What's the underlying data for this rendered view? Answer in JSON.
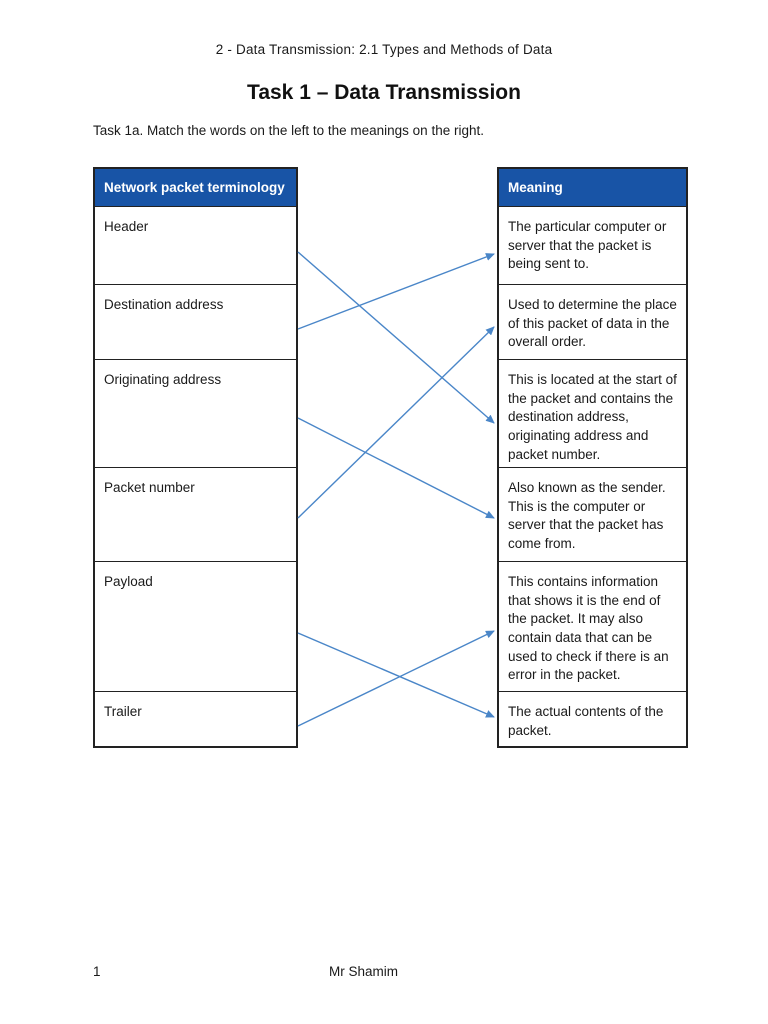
{
  "page": {
    "header_line": "2 - Data Transmission: 2.1 Types and Methods of Data",
    "title": "Task 1 – Data Transmission",
    "instruction": "Task 1a. Match the words on the left to the meanings on the right.",
    "footer": {
      "page_number": "1",
      "author": "Mr Shamim"
    }
  },
  "colors": {
    "table_header_bg": "#1854A6",
    "table_header_text": "#FFFFFF",
    "arrow": "#4A86C8",
    "table_border": "#222222"
  },
  "left_table": {
    "header": "Network packet terminology",
    "terms": [
      "Header",
      "Destination address",
      "Originating address",
      "Packet number",
      "Payload",
      "Trailer"
    ]
  },
  "right_table": {
    "header": "Meaning",
    "meanings": [
      "The particular computer or server that the packet is being sent to.",
      "Used to determine the place of this packet of data in the overall order.",
      "This is located at the start of the packet and contains the destination address, originating address and packet number.",
      "Also known as the sender. This is the computer or server that the packet has come from.",
      "This contains information that shows it is the end of the packet. It may also contain data that can be used to check if there is an error in the packet.",
      "The actual contents of the packet."
    ]
  },
  "matches": [
    {
      "term_index": 0,
      "meaning_index": 2
    },
    {
      "term_index": 1,
      "meaning_index": 0
    },
    {
      "term_index": 2,
      "meaning_index": 3
    },
    {
      "term_index": 3,
      "meaning_index": 1
    },
    {
      "term_index": 4,
      "meaning_index": 5
    },
    {
      "term_index": 5,
      "meaning_index": 4
    }
  ]
}
